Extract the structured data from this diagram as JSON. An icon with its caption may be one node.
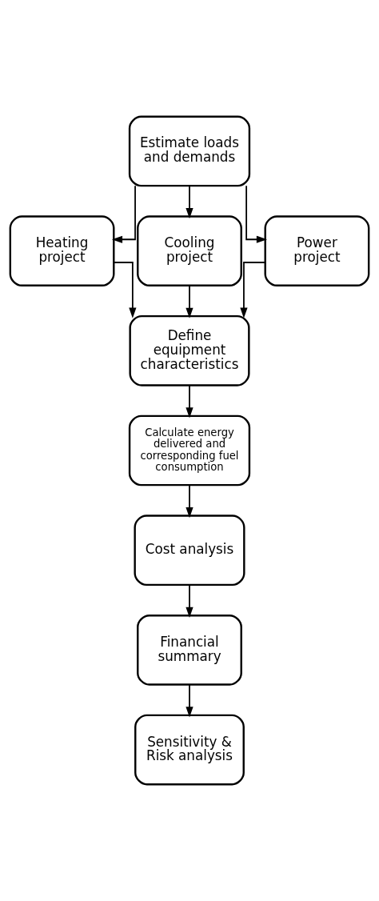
{
  "diagram": {
    "nodes": [
      {
        "text": [
          "Estimate loads and demands"
        ]
      },
      {
        "text": [
          "Heating project"
        ]
      },
      {
        "text": [
          "Cooling project"
        ]
      },
      {
        "text": [
          "Power project"
        ]
      },
      {
        "text": [
          "Define equipment characteristics"
        ]
      },
      {
        "text": [
          "Calculate energy delivered and corresponding fuel consumption"
        ]
      },
      {
        "text": [
          "Cost analysis"
        ]
      },
      {
        "text": [
          "Financial summary"
        ]
      },
      {
        "text": [
          "Sensitivity & Risk analysis"
        ]
      }
    ],
    "edges": [
      {
        "from": 0,
        "to": 1,
        "arrow": "to"
      },
      {
        "from": 0,
        "to": 2,
        "arrow": "to"
      },
      {
        "from": 0,
        "to": 3,
        "arrow": "to"
      },
      {
        "from": 1,
        "to": 4,
        "arrow": "to"
      },
      {
        "from": 2,
        "to": 4,
        "arrow": "to"
      },
      {
        "from": 3,
        "to": 4,
        "arrow": "to"
      },
      {
        "from": 4,
        "to": 5,
        "arrow": "to"
      },
      {
        "from": 5,
        "to": 6,
        "arrow": "to"
      },
      {
        "from": 6,
        "to": 7,
        "arrow": "to"
      },
      {
        "from": 7,
        "to": 8,
        "arrow": "to"
      }
    ]
  }
}
